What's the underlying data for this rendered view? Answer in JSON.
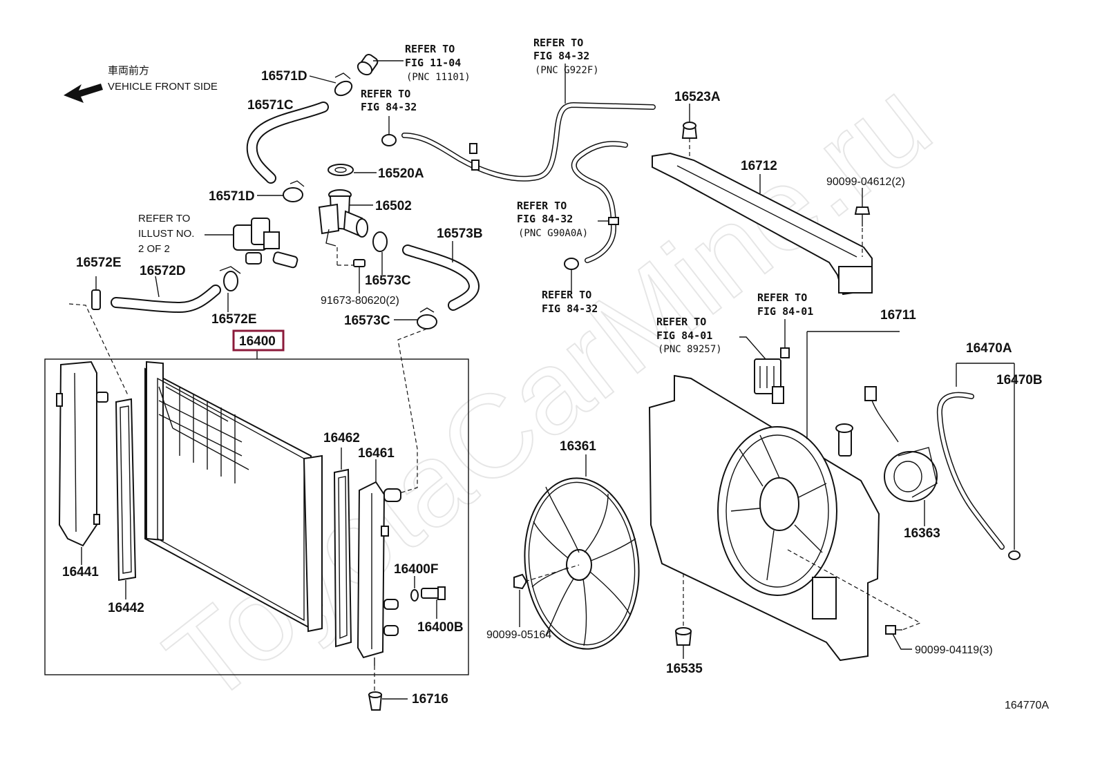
{
  "watermark": "ToyotaCarMine.ru",
  "direction": {
    "jp": "車両前方",
    "en": "VEHICLE FRONT SIDE"
  },
  "labels": {
    "p16571D_top": "16571D",
    "p16571C": "16571C",
    "p16571D_mid": "16571D",
    "p16520A": "16520A",
    "p16502": "16502",
    "p16573B": "16573B",
    "p16573C_a": "16573C",
    "p16573C_b": "16573C",
    "p91673": "91673-80620(2)",
    "p16572E_a": "16572E",
    "p16572D": "16572D",
    "p16572E_b": "16572E",
    "p16400": "16400",
    "p16441": "16441",
    "p16442": "16442",
    "p16462": "16462",
    "p16461": "16461",
    "p16400F": "16400F",
    "p16400B": "16400B",
    "p16716": "16716",
    "p16523A": "16523A",
    "p16712": "16712",
    "p90099_04612": "90099-04612(2)",
    "p16711": "16711",
    "p16470A": "16470A",
    "p16470B": "16470B",
    "p16361": "16361",
    "p16363": "16363",
    "p90099_05164": "90099-05164",
    "p16535": "16535",
    "p90099_04119": "90099-04119(3)",
    "diagram_id": "164770A"
  },
  "refs": {
    "r1": {
      "l1": "REFER TO",
      "l2": "FIG 11-04",
      "l3": "(PNC 11101)"
    },
    "r2": {
      "l1": "REFER TO",
      "l2": "FIG 84-32",
      "l3": "(PNC G922F)"
    },
    "r3": {
      "l1": "REFER TO",
      "l2": "FIG 84-32"
    },
    "r4": {
      "l1": "REFER TO",
      "l2": "ILLUST NO.",
      "l3": "2 OF 2"
    },
    "r5": {
      "l1": "REFER TO",
      "l2": "FIG 84-32",
      "l3": "(PNC G90A0A)"
    },
    "r6": {
      "l1": "REFER TO",
      "l2": "FIG 84-32"
    },
    "r7": {
      "l1": "REFER TO",
      "l2": "FIG 84-01"
    },
    "r8": {
      "l1": "REFER TO",
      "l2": "FIG 84-01",
      "l3": "(PNC 89257)"
    }
  },
  "colors": {
    "highlight": "#8b1a3a",
    "line": "#111111"
  }
}
